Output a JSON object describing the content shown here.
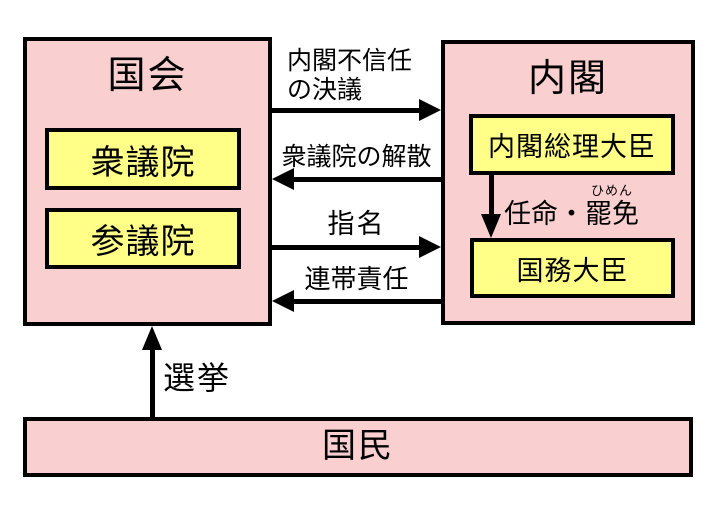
{
  "colors": {
    "container_fill": "#f9cfcf",
    "inner_fill": "#ffff88",
    "border": "#000000",
    "background": "#ffffff",
    "text": "#000000"
  },
  "nodes": {
    "diet": {
      "label": "国会"
    },
    "representatives": {
      "label": "衆議院"
    },
    "councillors": {
      "label": "参議院"
    },
    "cabinet": {
      "label": "内閣"
    },
    "prime_minister": {
      "label": "内閣総理大臣"
    },
    "state_ministers": {
      "label": "国務大臣"
    },
    "people": {
      "label": "国民"
    }
  },
  "edges": {
    "no_confidence": {
      "label_line1": "内閣不信任",
      "label_line2": "の決議",
      "from": "diet",
      "to": "cabinet",
      "direction": "right"
    },
    "dissolution": {
      "label": "衆議院の解散",
      "from": "cabinet",
      "to": "diet",
      "direction": "left"
    },
    "nomination": {
      "label": "指名",
      "from": "diet",
      "to": "cabinet",
      "direction": "right"
    },
    "joint_responsibility": {
      "label": "連帯責任",
      "from": "cabinet",
      "to": "diet",
      "direction": "left"
    },
    "appointment_dismissal": {
      "label": "任命・罷免",
      "furigana": "ひめん",
      "from": "prime_minister",
      "to": "state_ministers",
      "direction": "down"
    },
    "election": {
      "label": "選挙",
      "from": "people",
      "to": "diet",
      "direction": "up"
    }
  }
}
